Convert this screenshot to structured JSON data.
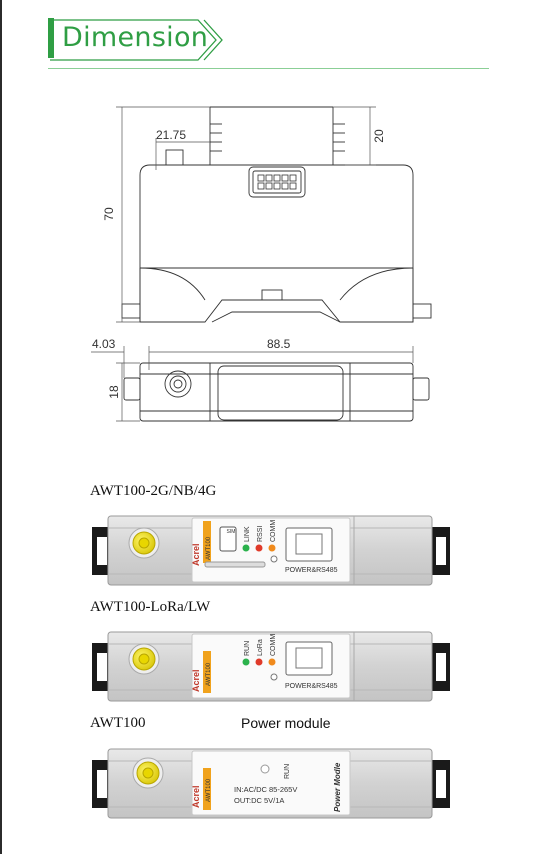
{
  "header": {
    "title": "Dimension"
  },
  "drawing": {
    "top_view": {
      "dim_width_a": "21.75",
      "dim_height_b": "20",
      "dim_height_total": "70"
    },
    "side_view": {
      "dim_left": "4.03",
      "dim_length": "88.5",
      "dim_thickness": "18"
    }
  },
  "products": [
    {
      "label": "AWT100-2G/NB/4G",
      "brand": "Acrel",
      "model": "AWT100",
      "leds": [
        "LINK",
        "RSSI",
        "COMM"
      ],
      "port_label": "POWER&RS485",
      "sim_text": "SIM"
    },
    {
      "label": "AWT100-LoRa/LW",
      "brand": "Acrel",
      "model": "AWT100",
      "leds": [
        "RUN",
        "LoRa",
        "COMM"
      ],
      "port_label": "POWER&RS485"
    },
    {
      "label": "AWT100",
      "label2": "Power module",
      "brand": "Acrel",
      "model": "AWT100",
      "led": "RUN",
      "spec_in": "IN:AC/DC 85-265V",
      "spec_out": "OUT:DC 5V/1A",
      "module_name": "Power Modle"
    }
  ],
  "colors": {
    "accent": "#2f9e44",
    "led_green": "#2bb24c",
    "led_red": "#e03a2a",
    "led_orange": "#f08a1c",
    "antenna": "#f2e21b"
  }
}
